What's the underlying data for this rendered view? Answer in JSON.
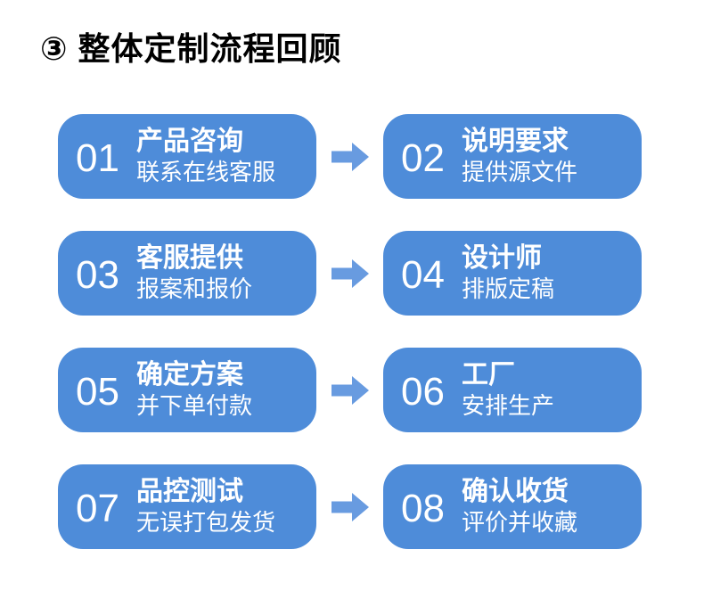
{
  "page": {
    "title": "③ 整体定制流程回顾"
  },
  "colors": {
    "box_blue": "#4e8cd9",
    "arrow_blue": "#689be0",
    "text_white": "#ffffff",
    "title_black": "#000000"
  },
  "icons": {
    "arrow": "arrow-right-icon"
  },
  "steps": [
    {
      "number": "01",
      "title": "产品咨询",
      "subtitle": "联系在线客服"
    },
    {
      "number": "02",
      "title": "说明要求",
      "subtitle": "提供源文件"
    },
    {
      "number": "03",
      "title": "客服提供",
      "subtitle": "报案和报价"
    },
    {
      "number": "04",
      "title": "设计师",
      "subtitle": "排版定稿"
    },
    {
      "number": "05",
      "title": "确定方案",
      "subtitle": "并下单付款"
    },
    {
      "number": "06",
      "title": "工厂",
      "subtitle": "安排生产"
    },
    {
      "number": "07",
      "title": "品控测试",
      "subtitle": "无误打包发货"
    },
    {
      "number": "08",
      "title": "确认收货",
      "subtitle": "评价并收藏"
    }
  ]
}
